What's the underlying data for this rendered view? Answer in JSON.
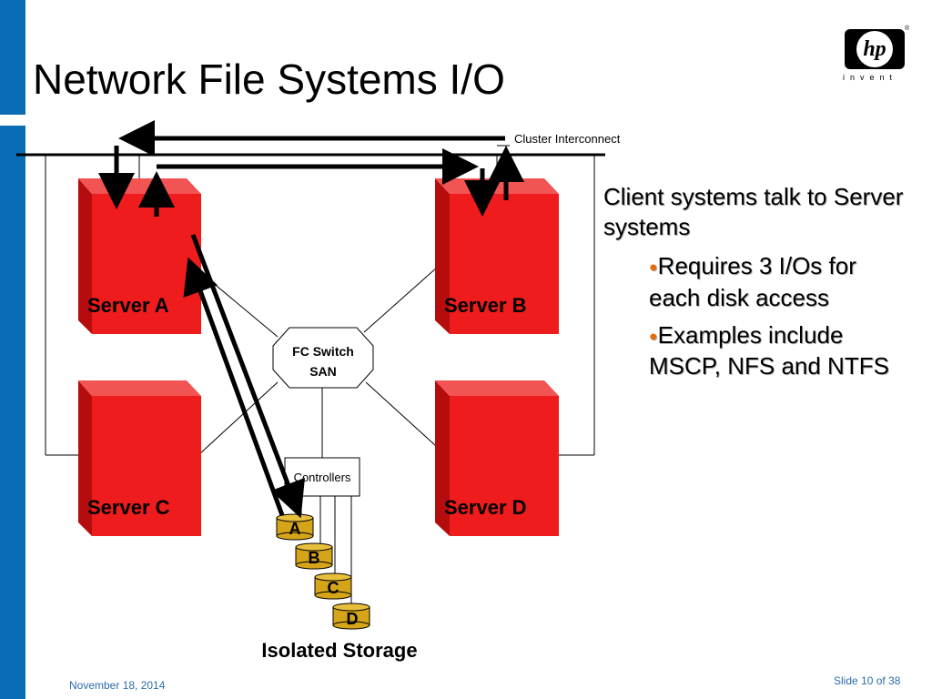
{
  "slide": {
    "title": "Network File Systems I/O",
    "date": "November 18, 2014",
    "slide_number": "Slide 10 of 38"
  },
  "logo": {
    "mark": "hp",
    "registered": "®",
    "tagline": "invent"
  },
  "diagram": {
    "interconnect_label": "Cluster Interconnect",
    "servers": [
      "Server A",
      "Server B",
      "Server C",
      "Server D"
    ],
    "switch_label_1": "FC Switch",
    "switch_label_2": "SAN",
    "controllers_label": "Controllers",
    "disks": [
      "A",
      "B",
      "C",
      "D"
    ],
    "storage_label": "Isolated Storage",
    "colors": {
      "server_front": "#ee1c1c",
      "server_side": "#b50d0d",
      "server_top": "#f25353",
      "disk": "#d6a418",
      "accent_blue": "#0a6cb4",
      "bullet_dot": "#e36c0a"
    }
  },
  "bullets": {
    "main": "Client systems talk to Server systems",
    "sub": [
      "Requires 3 I/Os for each disk access",
      "Examples include MSCP, NFS and NTFS"
    ]
  }
}
